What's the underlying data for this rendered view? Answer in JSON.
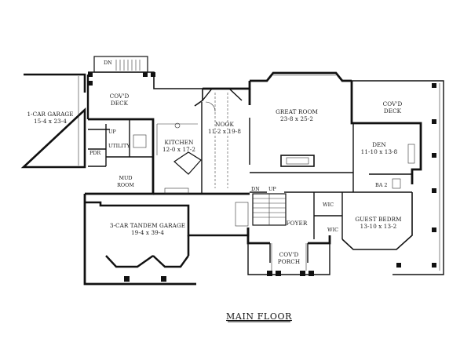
{
  "rooms": {
    "garage1": {
      "name": "1-CAR GARAGE",
      "dim": "15-4 x 23-4"
    },
    "covd_deck_left": {
      "name": "COV'D",
      "name2": "DECK"
    },
    "deck_stair": {
      "label": "DN"
    },
    "pdr": {
      "name": "PDR"
    },
    "utility": {
      "name": "UTILITY"
    },
    "up_rear": {
      "label": "UP"
    },
    "mud_room": {
      "name": "MUD",
      "name2": "ROOM"
    },
    "kitchen": {
      "name": "KITCHEN",
      "dim": "12-0 x 17-2"
    },
    "nook": {
      "name": "NOOK",
      "dim": "11-2 x 19-8"
    },
    "great_room": {
      "name": "GREAT ROOM",
      "dim": "23-8 x 25-2"
    },
    "covd_deck_right": {
      "name": "COV'D",
      "name2": "DECK"
    },
    "den": {
      "name": "DEN",
      "dim": "11-10 x 13-8"
    },
    "ba2": {
      "name": "BA 2"
    },
    "stair": {
      "dn": "DN",
      "up": "UP"
    },
    "wic1": {
      "name": "WIC"
    },
    "wic2": {
      "name": "WIC"
    },
    "guest": {
      "name": "GUEST BEDRM",
      "dim": "13-10 x 13-2"
    },
    "tandem": {
      "name": "3-CAR TANDEM GARAGE",
      "dim": "19-4 x 39-4"
    },
    "foyer": {
      "name": "FOYER"
    },
    "porch": {
      "name": "COV'D",
      "name2": "PORCH"
    }
  },
  "floor_title": "MAIN FLOOR"
}
